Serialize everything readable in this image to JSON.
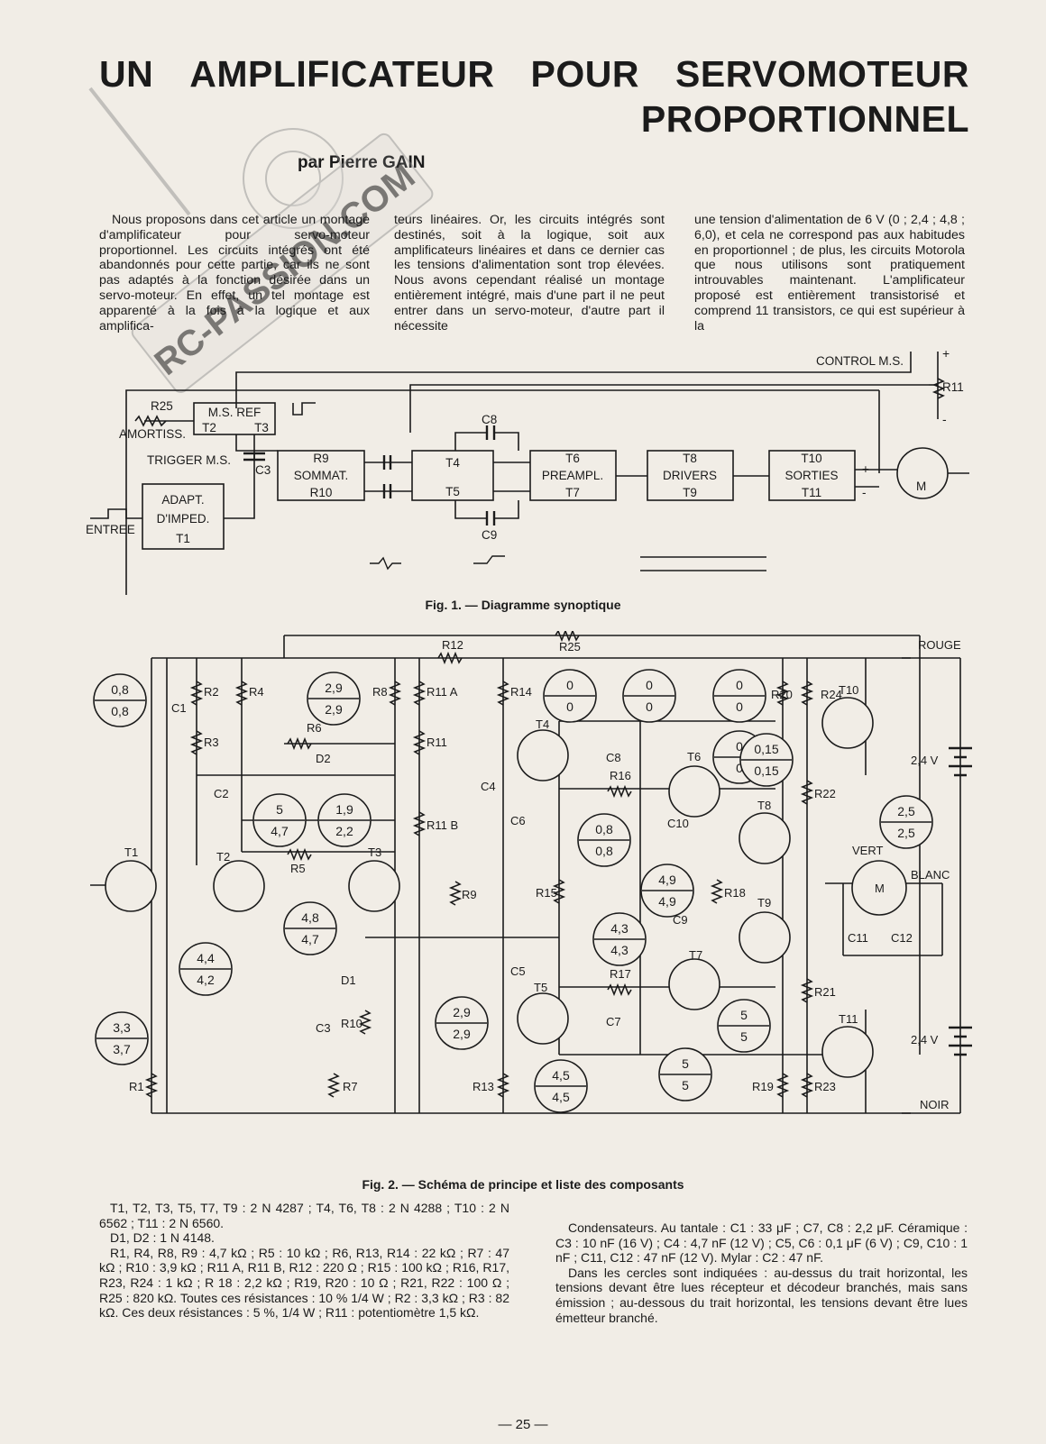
{
  "title": {
    "line1_words": [
      "UN",
      "AMPLIFICATEUR",
      "POUR",
      "SERVOMOTEUR"
    ],
    "line2": "PROPORTIONNEL"
  },
  "author": "par Pierre GAIN",
  "watermark": "RC-PASSION.COM",
  "intro": {
    "col1": "Nous proposons dans cet article un montage d'amplificateur pour servo-moteur proportionnel. Les circuits intégrés ont été abandonnés pour cette partie, car ils ne sont pas adaptés à la fonction désirée dans un servo-moteur. En effet, un tel montage est apparenté à la fois à la logique et aux amplifica-",
    "col2": "teurs linéaires. Or, les circuits intégrés sont destinés, soit à la logique, soit aux amplificateurs linéaires et dans ce dernier cas les tensions d'alimentation sont trop élevées. Nous avons cependant réalisé un montage entièrement intégré, mais d'une part il ne peut entrer dans un servo-moteur, d'autre part il nécessite",
    "col3": "une tension d'alimentation de 6 V (0 ; 2,4 ; 4,8 ; 6,0), et cela ne correspond pas aux habitudes en proportionnel ; de plus, les circuits Motorola que nous utilisons sont pratiquement introuvables maintenant. L'amplificateur proposé est entièrement transistorisé et comprend 11 transistors, ce qui est supérieur à la"
  },
  "fig1": {
    "caption": "Fig. 1. — Diagramme synoptique",
    "blocks": [
      {
        "l1": "M.S. REF",
        "l2a": "T2",
        "l2b": "T3"
      },
      {
        "l1": "ADAPT.",
        "l2": "D'IMPED.",
        "l3": "T1"
      },
      {
        "l1": "R9",
        "l2": "SOMMAT.",
        "l3": "R10"
      },
      {
        "l1": "T4",
        "l3": "T5"
      },
      {
        "l1": "T6",
        "l2": "PREAMPL.",
        "l3": "T7"
      },
      {
        "l1": "T8",
        "l2": "DRIVERS",
        "l3": "T9"
      },
      {
        "l1": "T10",
        "l2": "SORTIES",
        "l3": "T11"
      }
    ],
    "labels": {
      "control": "CONTROL M.S.",
      "r11": "R11",
      "r25": "R25",
      "amortiss": "AMORTISS.",
      "trigger": "TRIGGER M.S.",
      "c3": "C3",
      "c8": "C8",
      "c9": "C9",
      "entree": "ENTREE",
      "motor": "M",
      "plus": "+",
      "minus": "-"
    }
  },
  "fig2": {
    "caption": "Fig. 2. — Schéma de principe et liste des composants",
    "circles": [
      {
        "top": "0,8",
        "bottom": "0,8"
      },
      {
        "top": "2,9",
        "bottom": "2,9"
      },
      {
        "top": "0",
        "bottom": "0"
      },
      {
        "top": "0",
        "bottom": "0"
      },
      {
        "top": "0",
        "bottom": "0"
      },
      {
        "top": "0",
        "bottom": "0"
      },
      {
        "top": "0,15",
        "bottom": "0,15"
      },
      {
        "top": "5",
        "bottom": "4,7"
      },
      {
        "top": "1,9",
        "bottom": "2,2"
      },
      {
        "top": "0,8",
        "bottom": "0,8"
      },
      {
        "top": "2,5",
        "bottom": "2,5"
      },
      {
        "top": "4,8",
        "bottom": "4,7"
      },
      {
        "top": "4,9",
        "bottom": "4,9"
      },
      {
        "top": "4,4",
        "bottom": "4,2"
      },
      {
        "top": "4,3",
        "bottom": "4,3"
      },
      {
        "top": "3,3",
        "bottom": "3,7"
      },
      {
        "top": "2,9",
        "bottom": "2,9"
      },
      {
        "top": "5",
        "bottom": "5"
      },
      {
        "top": "4,5",
        "bottom": "4,5"
      },
      {
        "top": "5",
        "bottom": "5"
      }
    ],
    "labels": {
      "r1": "R1",
      "r2": "R2",
      "r3": "R3",
      "r4": "R4",
      "r5": "R5",
      "r6": "R6",
      "r7": "R7",
      "r8": "R8",
      "r9": "R9",
      "r10": "R10",
      "r11a": "R11 A",
      "r11": "R11",
      "r11b": "R11 B",
      "r12": "R12",
      "r13": "R13",
      "r14": "R14",
      "r15": "R15",
      "r16": "R16",
      "r17": "R17",
      "r18": "R18",
      "r19": "R19",
      "r20": "R20",
      "r21": "R21",
      "r22": "R22",
      "r23": "R23",
      "r24": "R24",
      "r25": "R25",
      "c1": "C1",
      "c2": "C2",
      "c3": "C3",
      "c4": "C4",
      "c5": "C5",
      "c6": "C6",
      "c7": "C7",
      "c8": "C8",
      "c9": "C9",
      "c10": "C10",
      "c11": "C11",
      "c12": "C12",
      "d1": "D1",
      "d2": "D2",
      "t1": "T1",
      "t2": "T2",
      "t3": "T3",
      "t4": "T4",
      "t5": "T5",
      "t6": "T6",
      "t7": "T7",
      "t8": "T8",
      "t9": "T9",
      "t10": "T10",
      "t11": "T11",
      "rouge": "ROUGE",
      "vert": "VERT",
      "blanc": "BLANC",
      "noir": "NOIR",
      "v24a": "2,4 V",
      "v24b": "2,4 V",
      "motor": "M",
      "plus": "+",
      "minus": "-"
    }
  },
  "parts": {
    "p1": "T1, T2, T3, T5, T7, T9 : 2 N 4287 ; T4, T6, T8 : 2 N 4288 ; T10 : 2 N 6562 ; T11 : 2 N 6560.",
    "p2": "D1, D2 : 1 N 4148.",
    "p3": "R1, R4, R8, R9 : 4,7 kΩ ; R5 : 10 kΩ ; R6, R13, R14 : 22 kΩ ; R7 : 47 kΩ ; R10 : 3,9 kΩ ; R11 A, R11 B, R12 : 220 Ω ; R15 : 100 kΩ ; R16, R17, R23, R24 : 1 kΩ ; R 18 : 2,2 kΩ ; R19, R20 : 10 Ω ; R21, R22 : 100 Ω ; R25 : 820 kΩ. Toutes ces résistances : 10 % 1/4 W ; R2 : 3,3 kΩ ; R3 : 82 kΩ. Ces deux résistances : 5 %, 1/4 W ; R11 : potentiomètre 1,5 kΩ.",
    "p4": "Condensateurs. Au tantale : C1 : 33 μF ; C7, C8 : 2,2 μF. Céramique : C3 : 10 nF (16 V) ; C4 : 4,7 nF (12 V) ; C5, C6 : 0,1 μF (6 V) ; C9, C10 : 1 nF ; C11, C12 : 47 nF (12 V). Mylar : C2 : 47 nF.",
    "p5": "Dans les cercles sont indiquées : au-dessus du trait horizontal, les tensions devant être lues récepteur et décodeur branchés, mais sans émission ; au-dessous du trait horizontal, les tensions devant être lues émetteur branché."
  },
  "page_number": "— 25 —"
}
